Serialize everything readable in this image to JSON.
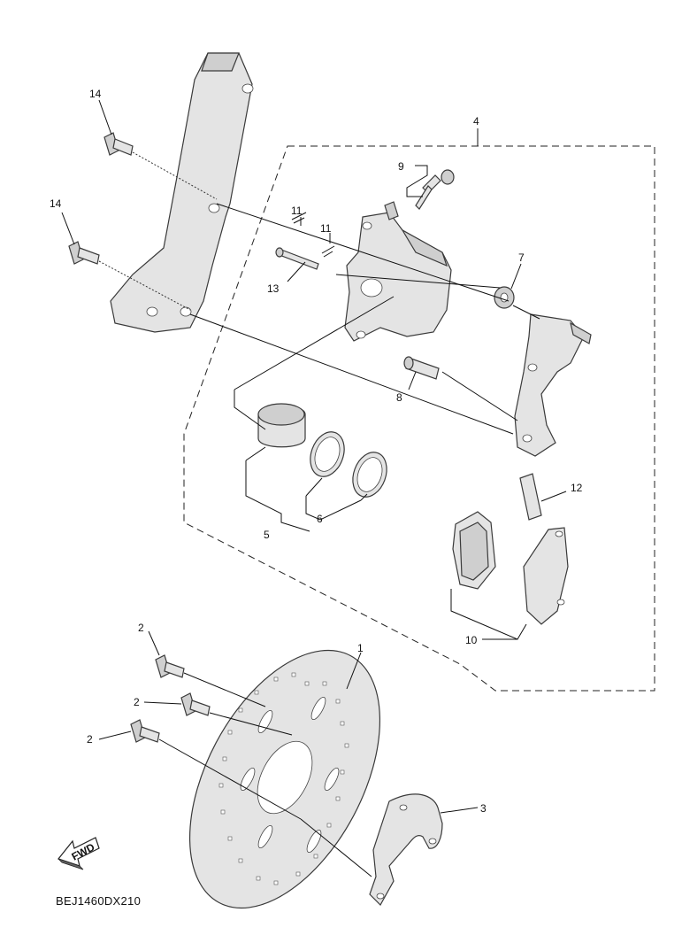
{
  "diagram_code": "BEJ1460DX210",
  "fwd_label": "FWD",
  "callouts": [
    {
      "id": "c1",
      "text": "1"
    },
    {
      "id": "c2a",
      "text": "2"
    },
    {
      "id": "c2b",
      "text": "2"
    },
    {
      "id": "c2c",
      "text": "2"
    },
    {
      "id": "c3",
      "text": "3"
    },
    {
      "id": "c4",
      "text": "4"
    },
    {
      "id": "c5",
      "text": "5"
    },
    {
      "id": "c6",
      "text": "6"
    },
    {
      "id": "c7",
      "text": "7"
    },
    {
      "id": "c8",
      "text": "8"
    },
    {
      "id": "c9",
      "text": "9"
    },
    {
      "id": "c10",
      "text": "10"
    },
    {
      "id": "c11a",
      "text": "11"
    },
    {
      "id": "c11b",
      "text": "11"
    },
    {
      "id": "c12",
      "text": "12"
    },
    {
      "id": "c13",
      "text": "13"
    },
    {
      "id": "c14a",
      "text": "14"
    },
    {
      "id": "c14b",
      "text": "14"
    }
  ]
}
